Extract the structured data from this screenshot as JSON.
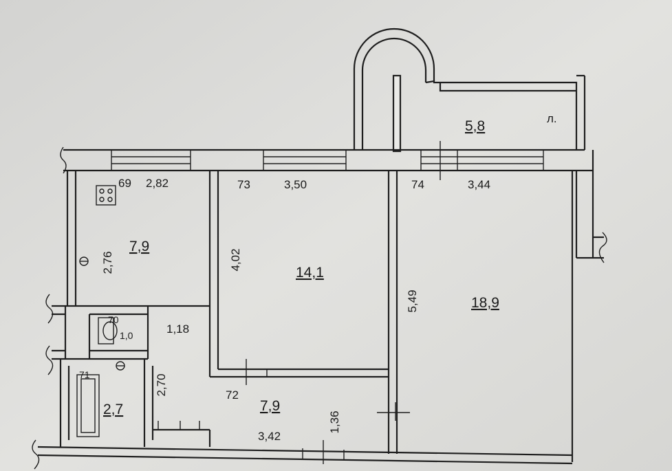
{
  "rooms": {
    "kitchen": {
      "area": "7,9",
      "width": "2,82",
      "depth": "2,76",
      "wall": "69"
    },
    "living": {
      "area": "14,1",
      "width": "3,50",
      "depth": "4,02",
      "wall": "73"
    },
    "bedroom": {
      "area": "18,9",
      "width": "3,44",
      "depth": "5,49",
      "wall": "74"
    },
    "balcony": {
      "area": "5,8",
      "mark": "л."
    },
    "hall": {
      "area": "7,9",
      "width": "3,42",
      "depth": "1,36",
      "wall": "72"
    },
    "bathroom": {
      "area": "2,7",
      "depth": "2,70",
      "wall": "71"
    },
    "wc": {
      "area": "1,0",
      "width": "1,18",
      "wall": "70"
    }
  }
}
